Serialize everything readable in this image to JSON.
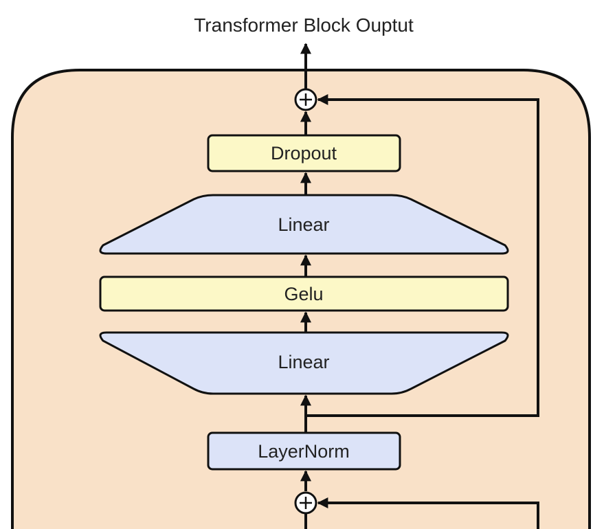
{
  "diagram": {
    "title": "Transformer Block Ouptut",
    "blocks": {
      "dropout": "Dropout",
      "linear_top": "Linear",
      "gelu": "Gelu",
      "linear_bottom": "Linear",
      "layernorm": "LayerNorm"
    },
    "add_symbol": "+",
    "colors": {
      "container_fill": "#f9e1c8",
      "yellow_block": "#fcf8c7",
      "blue_block": "#dce3f8",
      "stroke": "#111111"
    }
  }
}
